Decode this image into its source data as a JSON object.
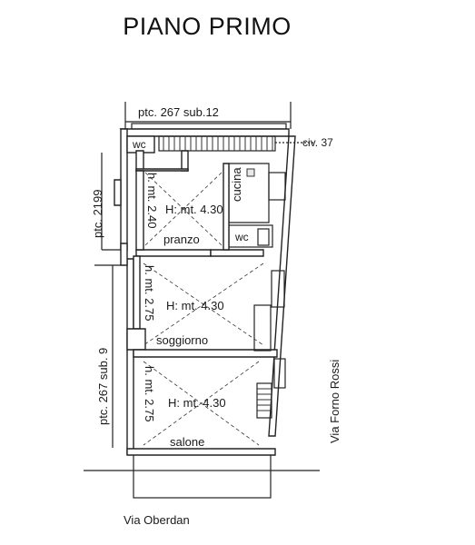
{
  "title": "PIANO PRIMO",
  "neighbors": {
    "top": "ptc. 267 sub.12",
    "left_upper": "ptc. 2199",
    "left_lower": "ptc. 267 sub. 9",
    "civic": "civ. 37"
  },
  "streets": {
    "bottom": "Via Oberdan",
    "right": "Via Forno Rossi"
  },
  "rooms": {
    "wc_top": "wc",
    "cucina": "cucina",
    "wc_mid": "wc",
    "pranzo": {
      "name": "pranzo",
      "height_main": "H: mt. 4.30",
      "height_side": "h. mt. 2.40"
    },
    "soggiorno": {
      "name": "soggiorno",
      "height_main": "H: mt. 4.30",
      "height_side": "h. mt. 2.75"
    },
    "salone": {
      "name": "salone",
      "height_main": "H: mt. 4.30",
      "height_side": "h. mt. 2.75"
    }
  }
}
